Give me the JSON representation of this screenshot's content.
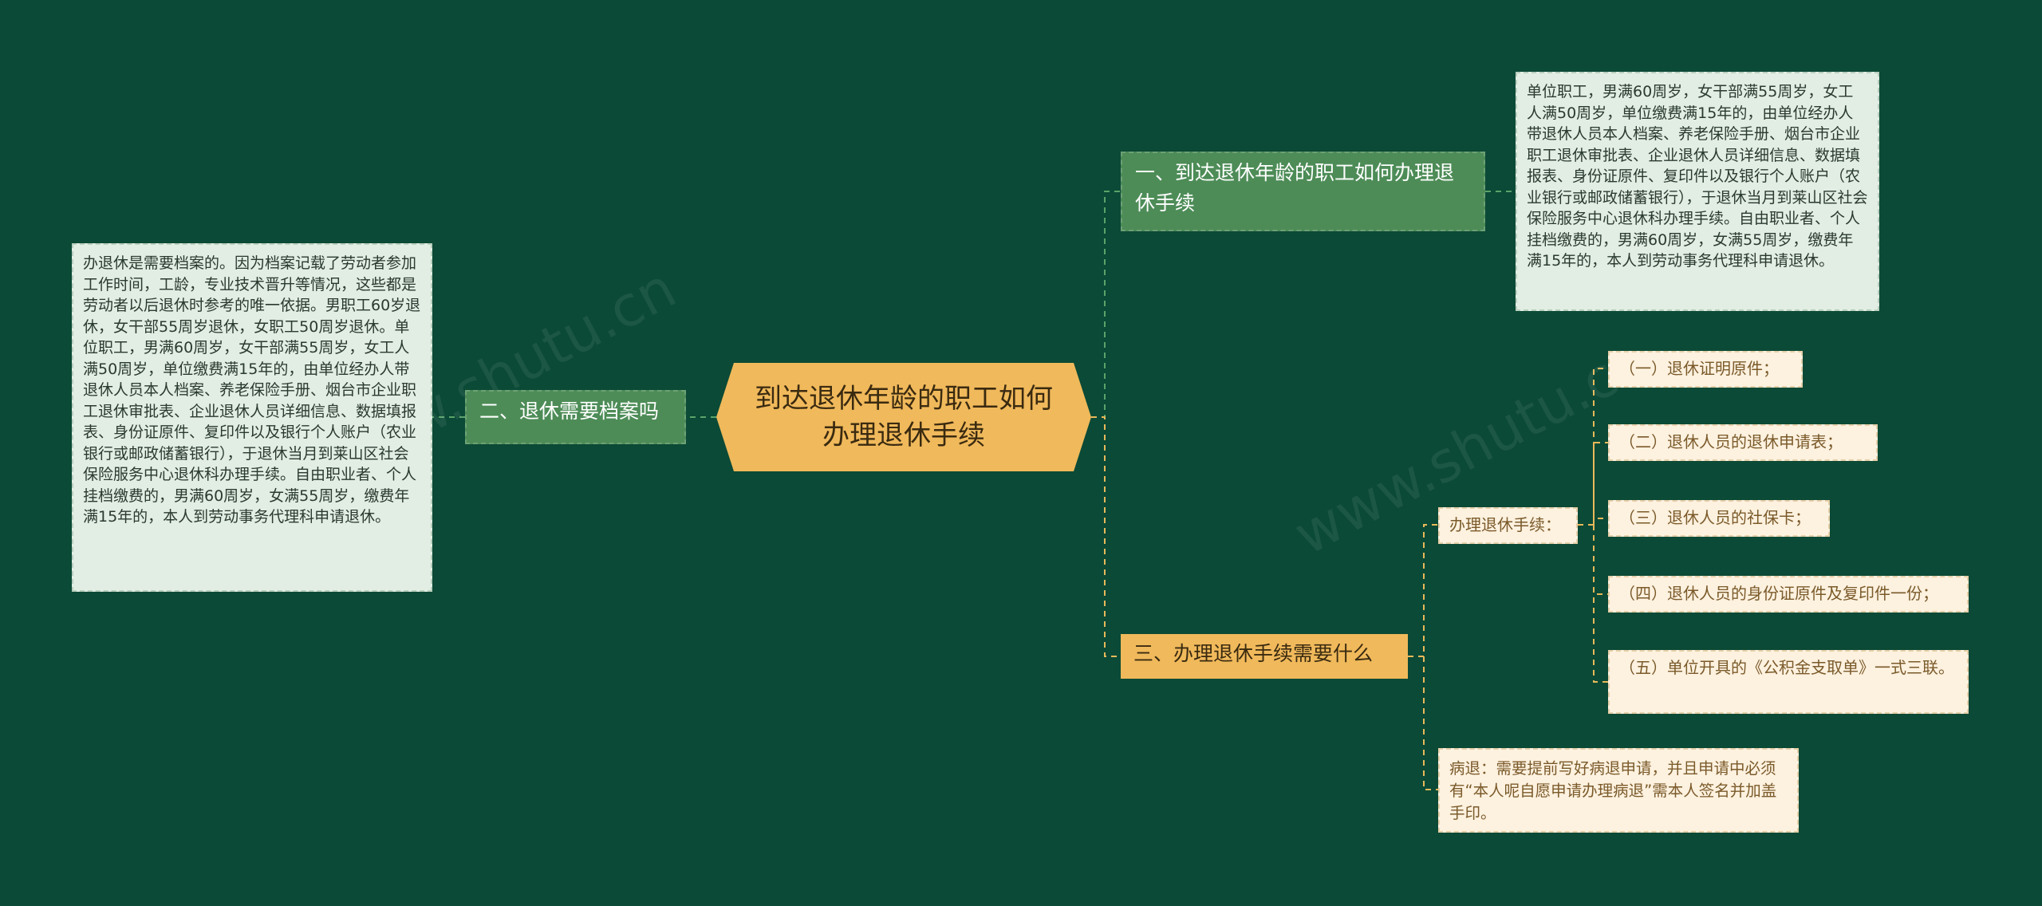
{
  "center": {
    "title": "到达退休年龄的职工如何办理退休手续"
  },
  "branches": {
    "b1": {
      "title": "一、到达退休年龄的职工如何办理退休手续"
    },
    "b2": {
      "title": "二、退休需要档案吗"
    },
    "b3": {
      "title": "三、办理退休手续需要什么"
    }
  },
  "notes": {
    "b1_detail": "单位职工，男满60周岁，女干部满55周岁，女工人满50周岁，单位缴费满15年的，由单位经办人带退休人员本人档案、养老保险手册、烟台市企业职工退休审批表、企业退休人员详细信息、数据填报表、身份证原件、复印件以及银行个人账户（农业银行或邮政储蓄银行），于退休当月到莱山区社会保险服务中心退休科办理手续。自由职业者、个人挂档缴费的，男满60周岁，女满55周岁，缴费年满15年的，本人到劳动事务代理科申请退休。",
    "b2_detail": "办退休是需要档案的。因为档案记载了劳动者参加工作时间，工龄，专业技术晋升等情况，这些都是劳动者以后退休时参考的唯一依据。男职工60岁退休，女干部55周岁退休，女职工50周岁退休。单位职工，男满60周岁，女干部满55周岁，女工人满50周岁，单位缴费满15年的，由单位经办人带退休人员本人档案、养老保险手册、烟台市企业职工退休审批表、企业退休人员详细信息、数据填报表、身份证原件、复印件以及银行个人账户（农业银行或邮政储蓄银行），于退休当月到莱山区社会保险服务中心退休科办理手续。自由职业者、个人挂档缴费的，男满60周岁，女满55周岁，缴费年满15年的，本人到劳动事务代理科申请退休。",
    "b3_sub_label": "办理退休手续：",
    "b3_items": [
      "（一）退休证明原件；",
      "（二）退休人员的退休申请表；",
      "（三）退休人员的社保卡；",
      "（四）退休人员的身份证原件及复印件一份；",
      "（五）单位开具的《公积金支取单》一式三联。"
    ],
    "b3_sick": "病退：需要提前写好病退申请，并且申请中必须有“本人呢自愿申请办理病退”需本人签名并加盖手印。"
  },
  "colors": {
    "background": "#0b4a36",
    "center": "#f0b95b",
    "branch_green": "#4d8c57",
    "branch_yellow": "#f0b95b",
    "note_green": "#e2ede4",
    "note_cream": "#fdf1df",
    "link_green": "#5aa36a",
    "link_yellow": "#e8b95a"
  }
}
